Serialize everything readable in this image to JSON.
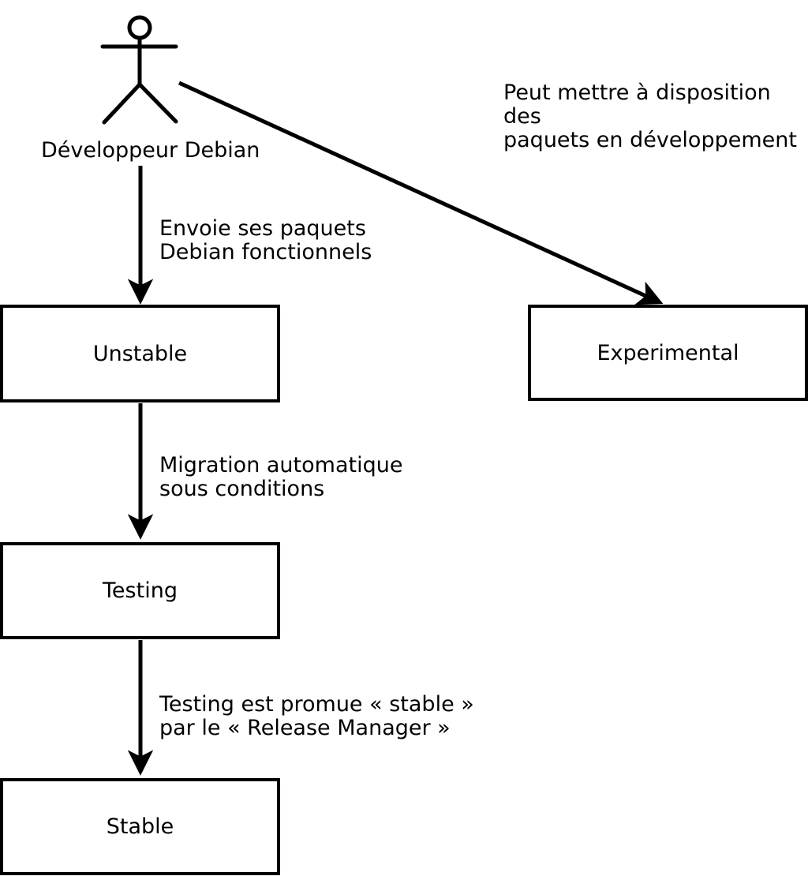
{
  "diagram": {
    "actor": {
      "label": "Développeur Debian"
    },
    "annotations": {
      "experimental_note": "Peut mettre à disposition des\npaquets en développement",
      "upload": "Envoie ses paquets\nDebian fonctionnels",
      "migration": "Migration automatique\nsous conditions",
      "promotion": "Testing est promue « stable »\npar le « Release Manager »"
    },
    "boxes": {
      "unstable": "Unstable",
      "experimental": "Experimental",
      "testing": "Testing",
      "stable": "Stable"
    },
    "colors": {
      "stroke": "#000000",
      "background": "#ffffff"
    }
  }
}
